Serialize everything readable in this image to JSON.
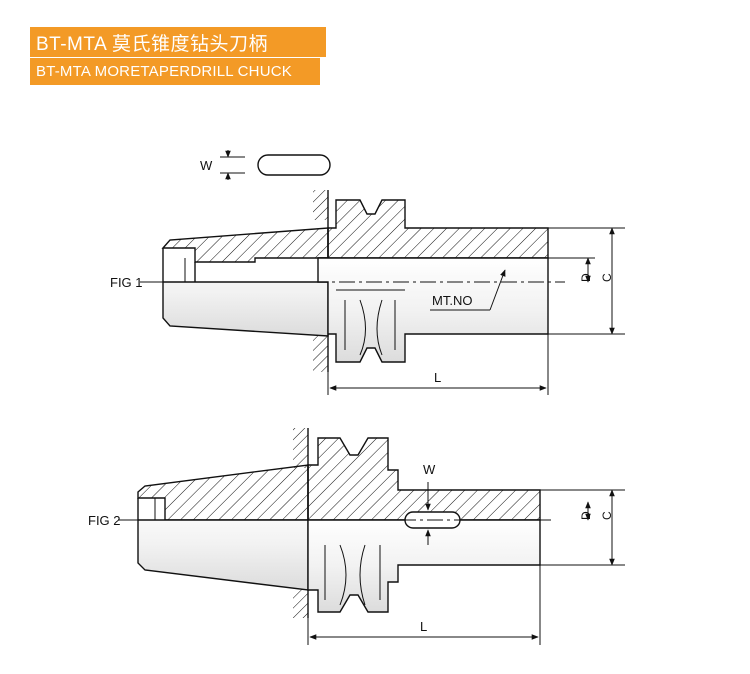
{
  "header": {
    "title_cn": "BT-MTA 莫氏锥度钻头刀柄",
    "title_en": "BT-MTA MORETAPERDRILL CHUCK"
  },
  "figures": {
    "fig1": {
      "label": "FIG 1",
      "dim_w": "W",
      "dim_d": "D",
      "dim_c": "C",
      "dim_l": "L",
      "taper_label": "MT.NO"
    },
    "fig2": {
      "label": "FIG 2",
      "dim_w": "W",
      "dim_d": "D",
      "dim_c": "C",
      "dim_l": "L"
    }
  },
  "colors": {
    "banner": "#f39a26",
    "line": "#111111",
    "shading": "#e8e8e8"
  }
}
